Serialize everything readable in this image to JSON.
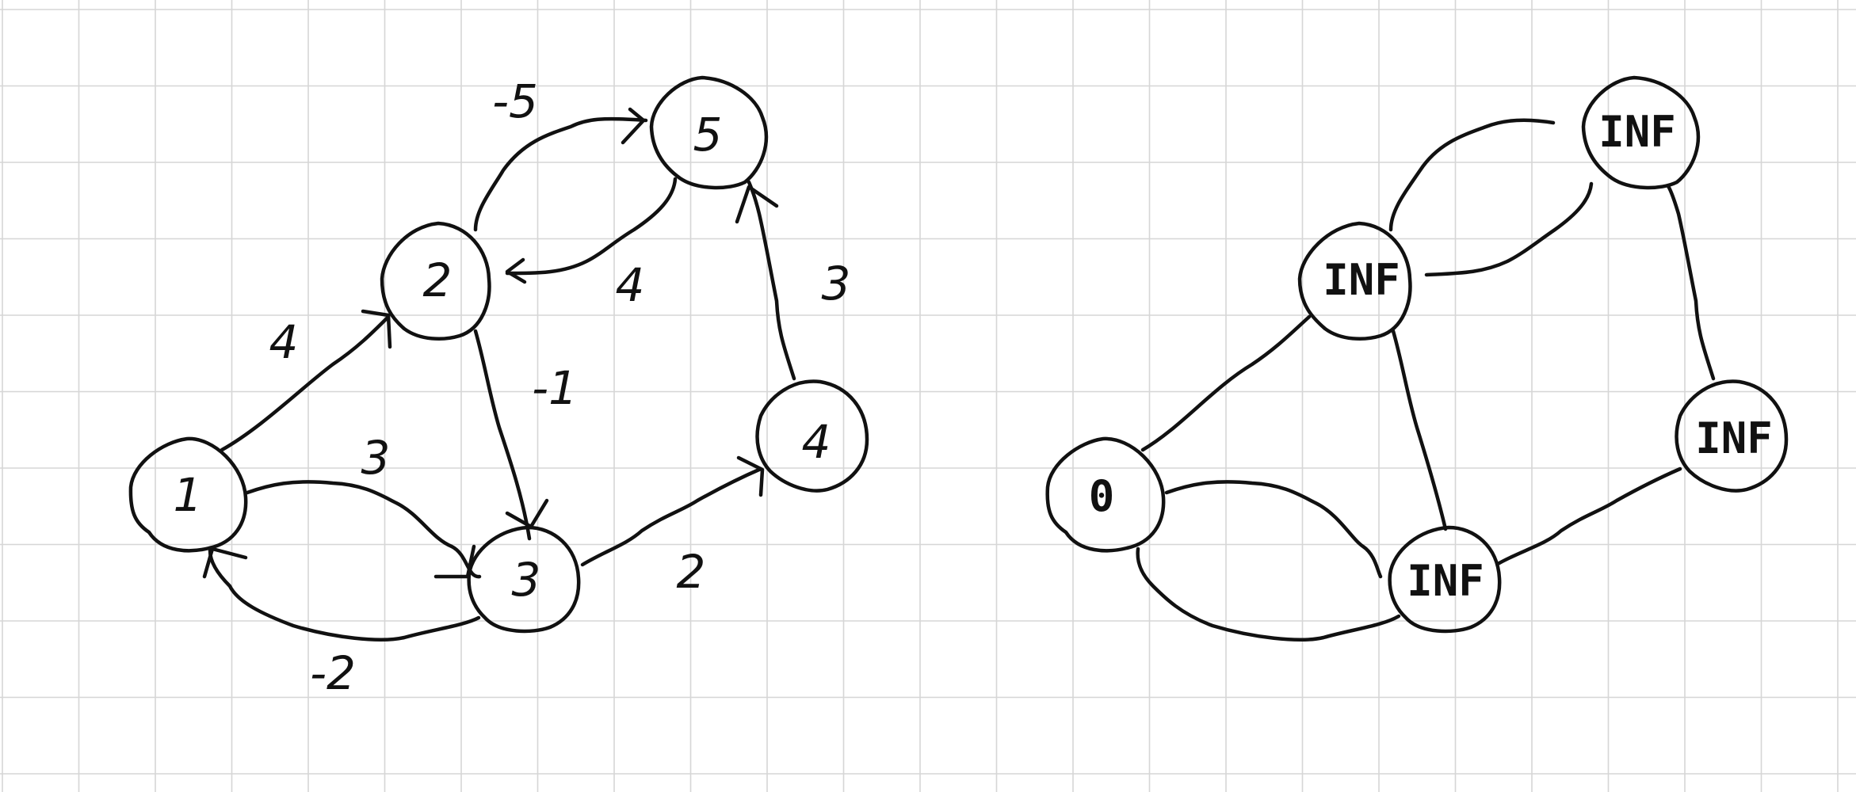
{
  "colors": {
    "ink": "#111111",
    "grid": "#d6d6d6",
    "paper": "#ffffff"
  },
  "left_graph": {
    "nodes": [
      {
        "id": "1",
        "label": "1"
      },
      {
        "id": "2",
        "label": "2"
      },
      {
        "id": "3",
        "label": "3"
      },
      {
        "id": "4",
        "label": "4"
      },
      {
        "id": "5",
        "label": "5"
      }
    ],
    "edges": [
      {
        "from": "1",
        "to": "2",
        "weight": "4"
      },
      {
        "from": "1",
        "to": "3",
        "weight": "3"
      },
      {
        "from": "3",
        "to": "1",
        "weight": "-2"
      },
      {
        "from": "2",
        "to": "3",
        "weight": "-1"
      },
      {
        "from": "2",
        "to": "5",
        "weight": "-5"
      },
      {
        "from": "5",
        "to": "2",
        "weight": "4"
      },
      {
        "from": "3",
        "to": "4",
        "weight": "2"
      },
      {
        "from": "4",
        "to": "5",
        "weight": "3"
      }
    ]
  },
  "right_graph": {
    "nodes": [
      {
        "id": "1",
        "label": "0"
      },
      {
        "id": "2",
        "label": "INF"
      },
      {
        "id": "3",
        "label": "INF"
      },
      {
        "id": "4",
        "label": "INF"
      },
      {
        "id": "5",
        "label": "INF"
      }
    ]
  }
}
